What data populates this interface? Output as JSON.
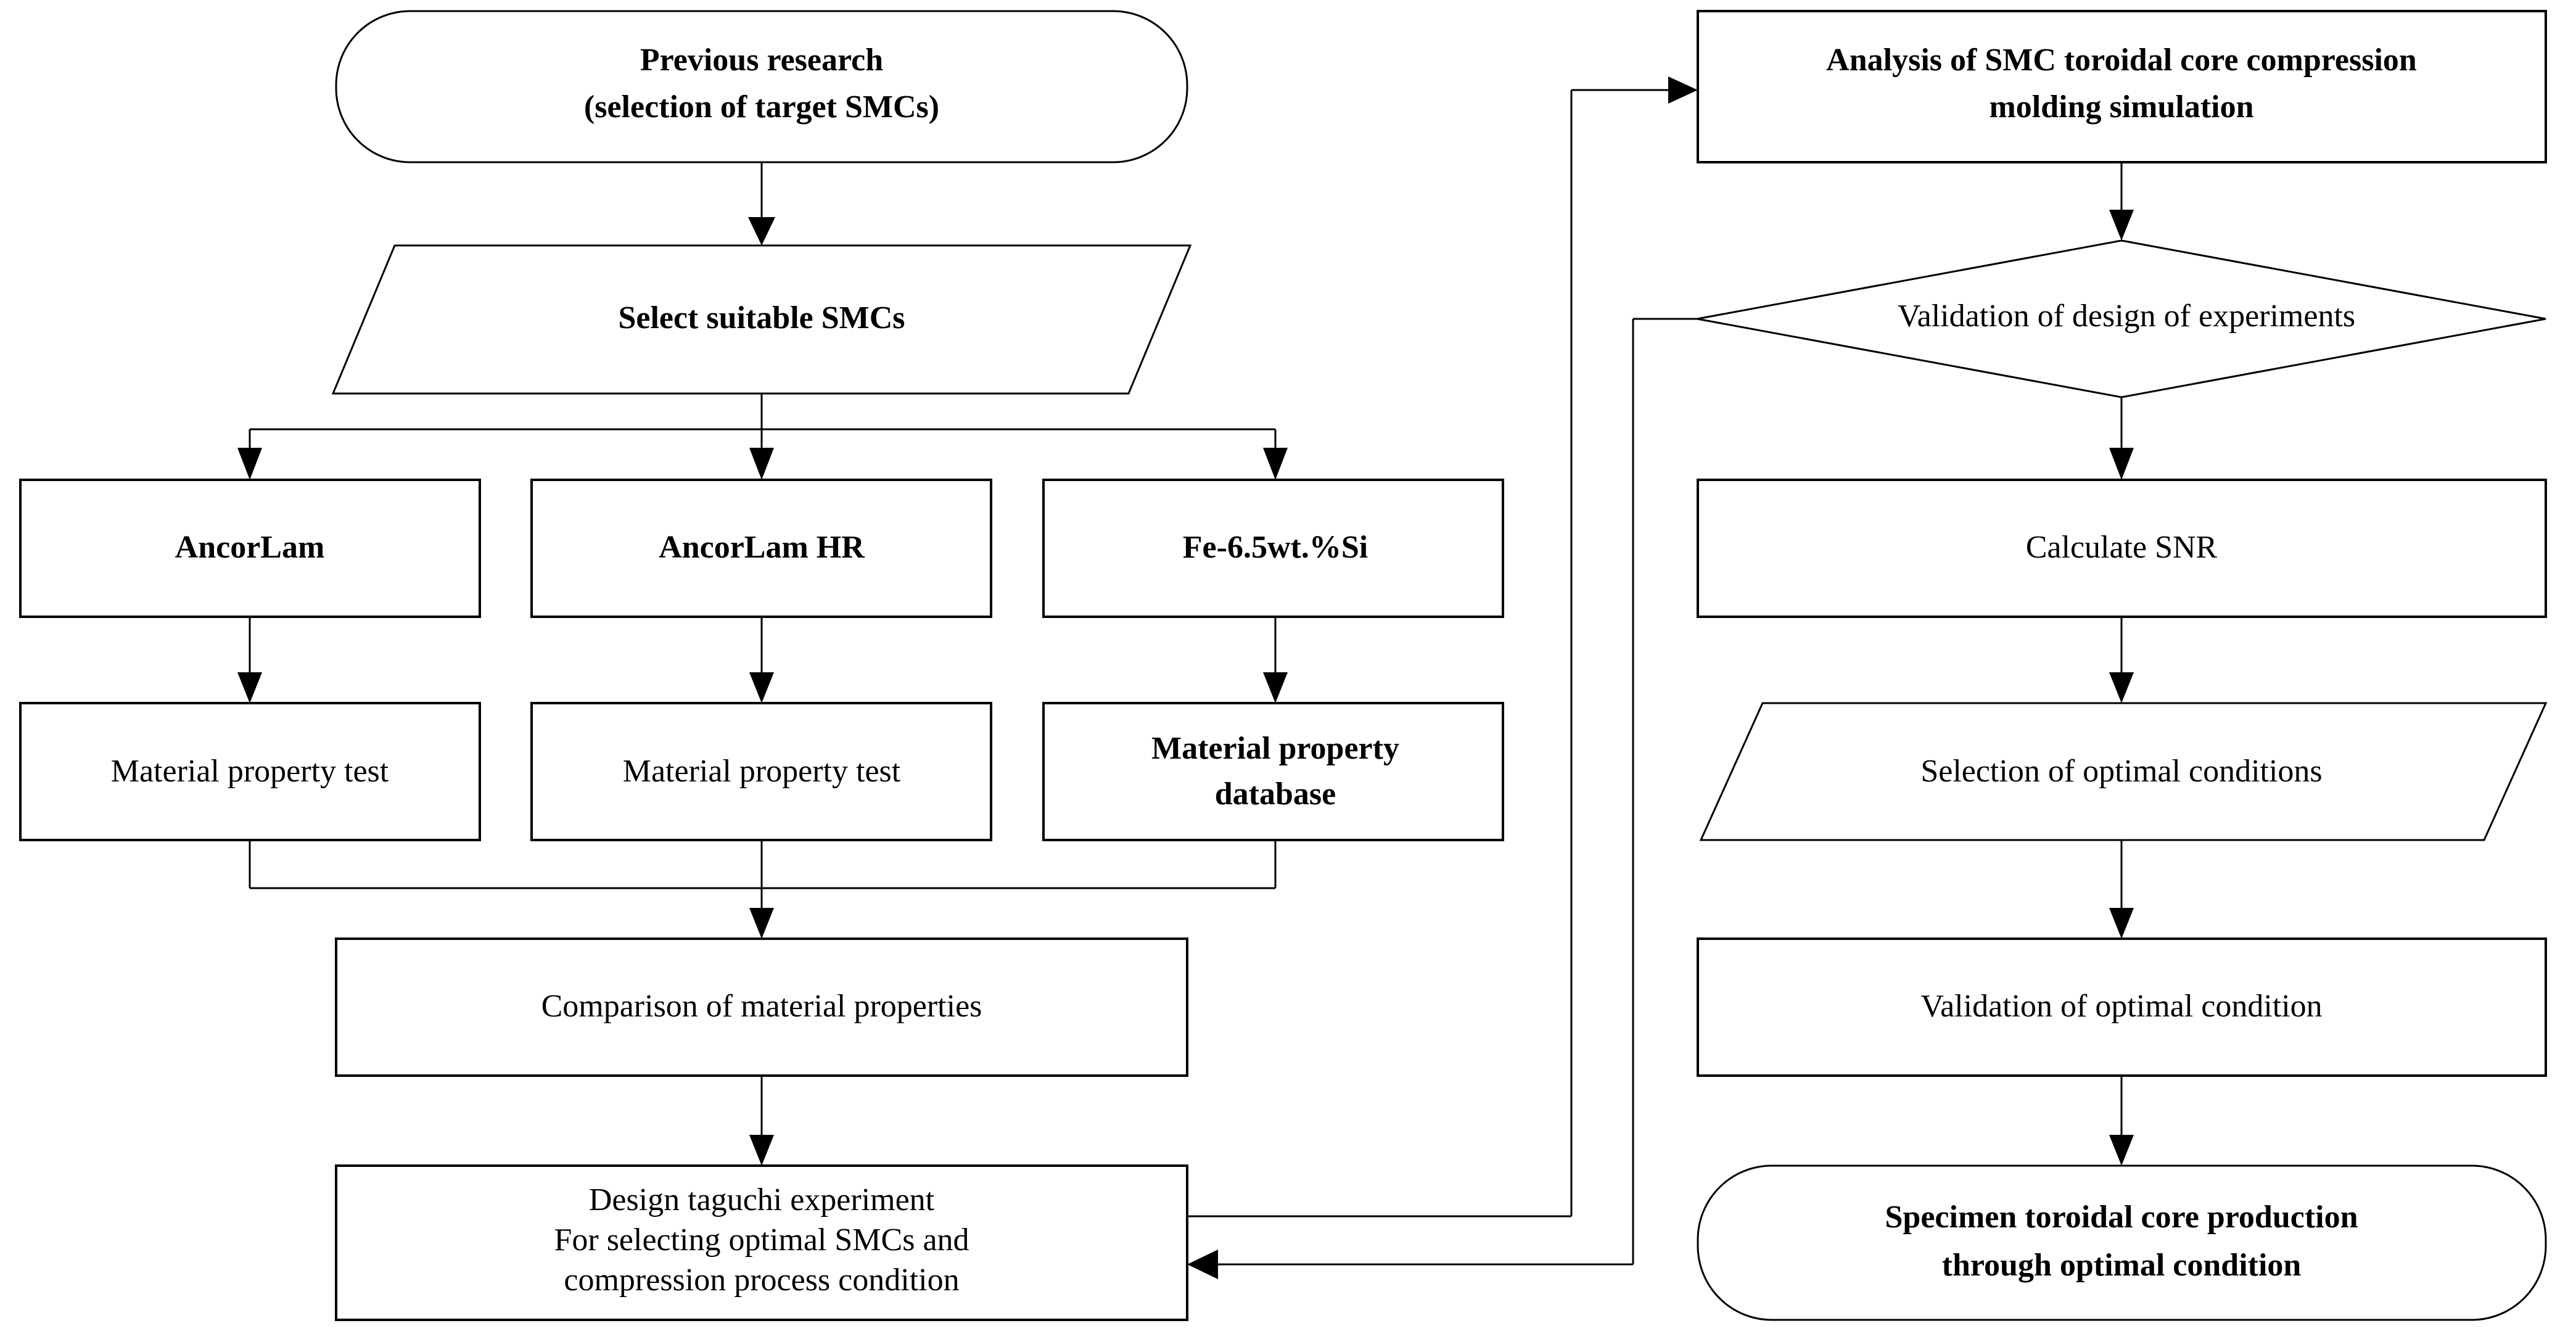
{
  "diagram": {
    "title": "SMC toroidal core research flowchart",
    "background_color": "#ffffff",
    "line_color": "#000000",
    "text_color": "#000000"
  },
  "nodes": {
    "previous_research_line1": "Previous research",
    "previous_research_line2": "(selection of target SMCs)",
    "select_suitable_smcs": "Select suitable SMCs",
    "ancorlam": "AncorLam",
    "ancorlam_hr": "AncorLam HR",
    "fe65wtsi": "Fe-6.5wt.%Si",
    "material_property_test_1": "Material property test",
    "material_property_test_2": "Material property test",
    "material_property_db_line1": "Material property",
    "material_property_db_line2": "database",
    "comparison_of_material_properties": "Comparison of material properties",
    "design_taguchi_line1": "Design taguchi experiment",
    "design_taguchi_line2": "For selecting optimal SMCs and",
    "design_taguchi_line3": "compression process condition",
    "analysis_simulation_line1": "Analysis of SMC toroidal core compression",
    "analysis_simulation_line2": "molding simulation",
    "validation_doe": "Validation of design of experiments",
    "calculate_snr": "Calculate SNR",
    "selection_optimal_conditions": "Selection of optimal conditions",
    "validation_optimal_condition": "Validation of optimal condition",
    "specimen_line1": "Specimen toroidal core production",
    "specimen_line2": "through optimal condition"
  },
  "shapes": {
    "terminator": "rounded-stadium",
    "process": "rectangle",
    "data": "parallelogram",
    "decision": "diamond"
  },
  "connectors": {
    "arrow_style": "solid-filled-triangle",
    "count": 14
  }
}
